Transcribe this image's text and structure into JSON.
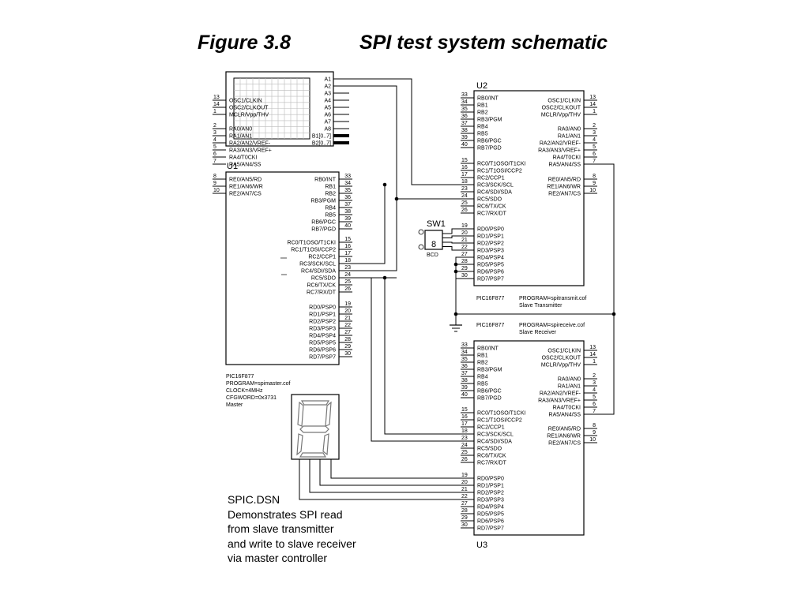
{
  "figure": {
    "label": "Figure 3.8",
    "name": "SPI test system schematic"
  },
  "glcd": {
    "pins": [
      "A1",
      "A2",
      "A3",
      "A4",
      "A5",
      "A6",
      "A7",
      "A8",
      "B1[0..7]",
      "B2[0..7]"
    ]
  },
  "u1": {
    "ref": "U1",
    "part": "PIC16F877",
    "notes": [
      "PROGRAM=spimaster.cof",
      "CLOCK=4MHz",
      "CFGWORD=0x3731",
      "Master"
    ],
    "left_pins": [
      {
        "num": "13",
        "name": "OSC1/CLKIN"
      },
      {
        "num": "14",
        "name": "OSC2/CLKOUT"
      },
      {
        "num": "1",
        "name": "MCLR/Vpp/THV"
      },
      {
        "num": "2",
        "name": "RA0/AN0"
      },
      {
        "num": "3",
        "name": "RA1/AN1"
      },
      {
        "num": "4",
        "name": "RA2/AN2/VREF-"
      },
      {
        "num": "5",
        "name": "RA3/AN3/VREF+"
      },
      {
        "num": "6",
        "name": "RA4/T0CKI"
      },
      {
        "num": "7",
        "name": "RA5/AN4/SS"
      },
      {
        "num": "8",
        "name": "RE0/AN5/RD"
      },
      {
        "num": "9",
        "name": "RE1/AN6/WR"
      },
      {
        "num": "10",
        "name": "RE2/AN7/CS"
      }
    ],
    "right_pins": [
      {
        "num": "33",
        "name": "RB0/INT"
      },
      {
        "num": "34",
        "name": "RB1"
      },
      {
        "num": "35",
        "name": "RB2"
      },
      {
        "num": "36",
        "name": "RB3/PGM"
      },
      {
        "num": "37",
        "name": "RB4"
      },
      {
        "num": "38",
        "name": "RB5"
      },
      {
        "num": "39",
        "name": "RB6/PGC"
      },
      {
        "num": "40",
        "name": "RB7/PGD"
      },
      {
        "num": "15",
        "name": "RC0/T1OSO/T1CKI"
      },
      {
        "num": "16",
        "name": "RC1/T1OSI/CCP2"
      },
      {
        "num": "17",
        "name": "RC2/CCP1"
      },
      {
        "num": "18",
        "name": "RC3/SCK/SCL"
      },
      {
        "num": "23",
        "name": "RC4/SDI/SDA"
      },
      {
        "num": "24",
        "name": "RC5/SDO"
      },
      {
        "num": "25",
        "name": "RC6/TX/CK"
      },
      {
        "num": "26",
        "name": "RC7/RX/DT"
      },
      {
        "num": "19",
        "name": "RD0/PSP0"
      },
      {
        "num": "20",
        "name": "RD1/PSP1"
      },
      {
        "num": "21",
        "name": "RD2/PSP2"
      },
      {
        "num": "22",
        "name": "RD3/PSP3"
      },
      {
        "num": "27",
        "name": "RD4/PSP4"
      },
      {
        "num": "28",
        "name": "RD5/PSP5"
      },
      {
        "num": "29",
        "name": "RD6/PSP6"
      },
      {
        "num": "30",
        "name": "RD7/PSP7"
      }
    ]
  },
  "u2": {
    "ref": "U2",
    "part": "PIC16F877",
    "notes": [
      "PROGRAM=spitransmit.cof",
      "Slave Transmitter"
    ],
    "left_pins": [
      {
        "num": "33",
        "name": "RB0/INT"
      },
      {
        "num": "34",
        "name": "RB1"
      },
      {
        "num": "35",
        "name": "RB2"
      },
      {
        "num": "36",
        "name": "RB3/PGM"
      },
      {
        "num": "37",
        "name": "RB4"
      },
      {
        "num": "38",
        "name": "RB5"
      },
      {
        "num": "39",
        "name": "RB6/PGC"
      },
      {
        "num": "40",
        "name": "RB7/PGD"
      },
      {
        "num": "15",
        "name": "RC0/T1OSO/T1CKI"
      },
      {
        "num": "16",
        "name": "RC1/T1OSI/CCP2"
      },
      {
        "num": "17",
        "name": "RC2/CCP1"
      },
      {
        "num": "18",
        "name": "RC3/SCK/SCL"
      },
      {
        "num": "23",
        "name": "RC4/SDI/SDA"
      },
      {
        "num": "24",
        "name": "RC5/SDO"
      },
      {
        "num": "25",
        "name": "RC6/TX/CK"
      },
      {
        "num": "26",
        "name": "RC7/RX/DT"
      },
      {
        "num": "19",
        "name": "RD0/PSP0"
      },
      {
        "num": "20",
        "name": "RD1/PSP1"
      },
      {
        "num": "21",
        "name": "RD2/PSP2"
      },
      {
        "num": "22",
        "name": "RD3/PSP3"
      },
      {
        "num": "27",
        "name": "RD4/PSP4"
      },
      {
        "num": "28",
        "name": "RD5/PSP5"
      },
      {
        "num": "29",
        "name": "RD6/PSP6"
      },
      {
        "num": "30",
        "name": "RD7/PSP7"
      }
    ],
    "right_pins": [
      {
        "num": "13",
        "name": "OSC1/CLKIN"
      },
      {
        "num": "14",
        "name": "OSC2/CLKOUT"
      },
      {
        "num": "1",
        "name": "MCLR/Vpp/THV"
      },
      {
        "num": "2",
        "name": "RA0/AN0"
      },
      {
        "num": "3",
        "name": "RA1/AN1"
      },
      {
        "num": "4",
        "name": "RA2/AN2/VREF-"
      },
      {
        "num": "5",
        "name": "RA3/AN3/VREF+"
      },
      {
        "num": "6",
        "name": "RA4/T0CKI"
      },
      {
        "num": "7",
        "name": "RA5/AN4/SS"
      },
      {
        "num": "8",
        "name": "RE0/AN5/RD"
      },
      {
        "num": "9",
        "name": "RE1/AN6/WR"
      },
      {
        "num": "10",
        "name": "RE2/AN7/CS"
      }
    ]
  },
  "u3": {
    "ref": "U3",
    "part": "PIC16F877",
    "notes": [
      "PROGRAM=spireceive.cof",
      "Slave Receiver"
    ]
  },
  "sw1": {
    "ref": "SW1",
    "label": "BCD",
    "digit": "8"
  },
  "description": {
    "lines": [
      "SPIC.DSN",
      "Demonstrates SPI read",
      "from slave transmitter",
      "and write to slave receiver",
      "via master controller"
    ]
  }
}
